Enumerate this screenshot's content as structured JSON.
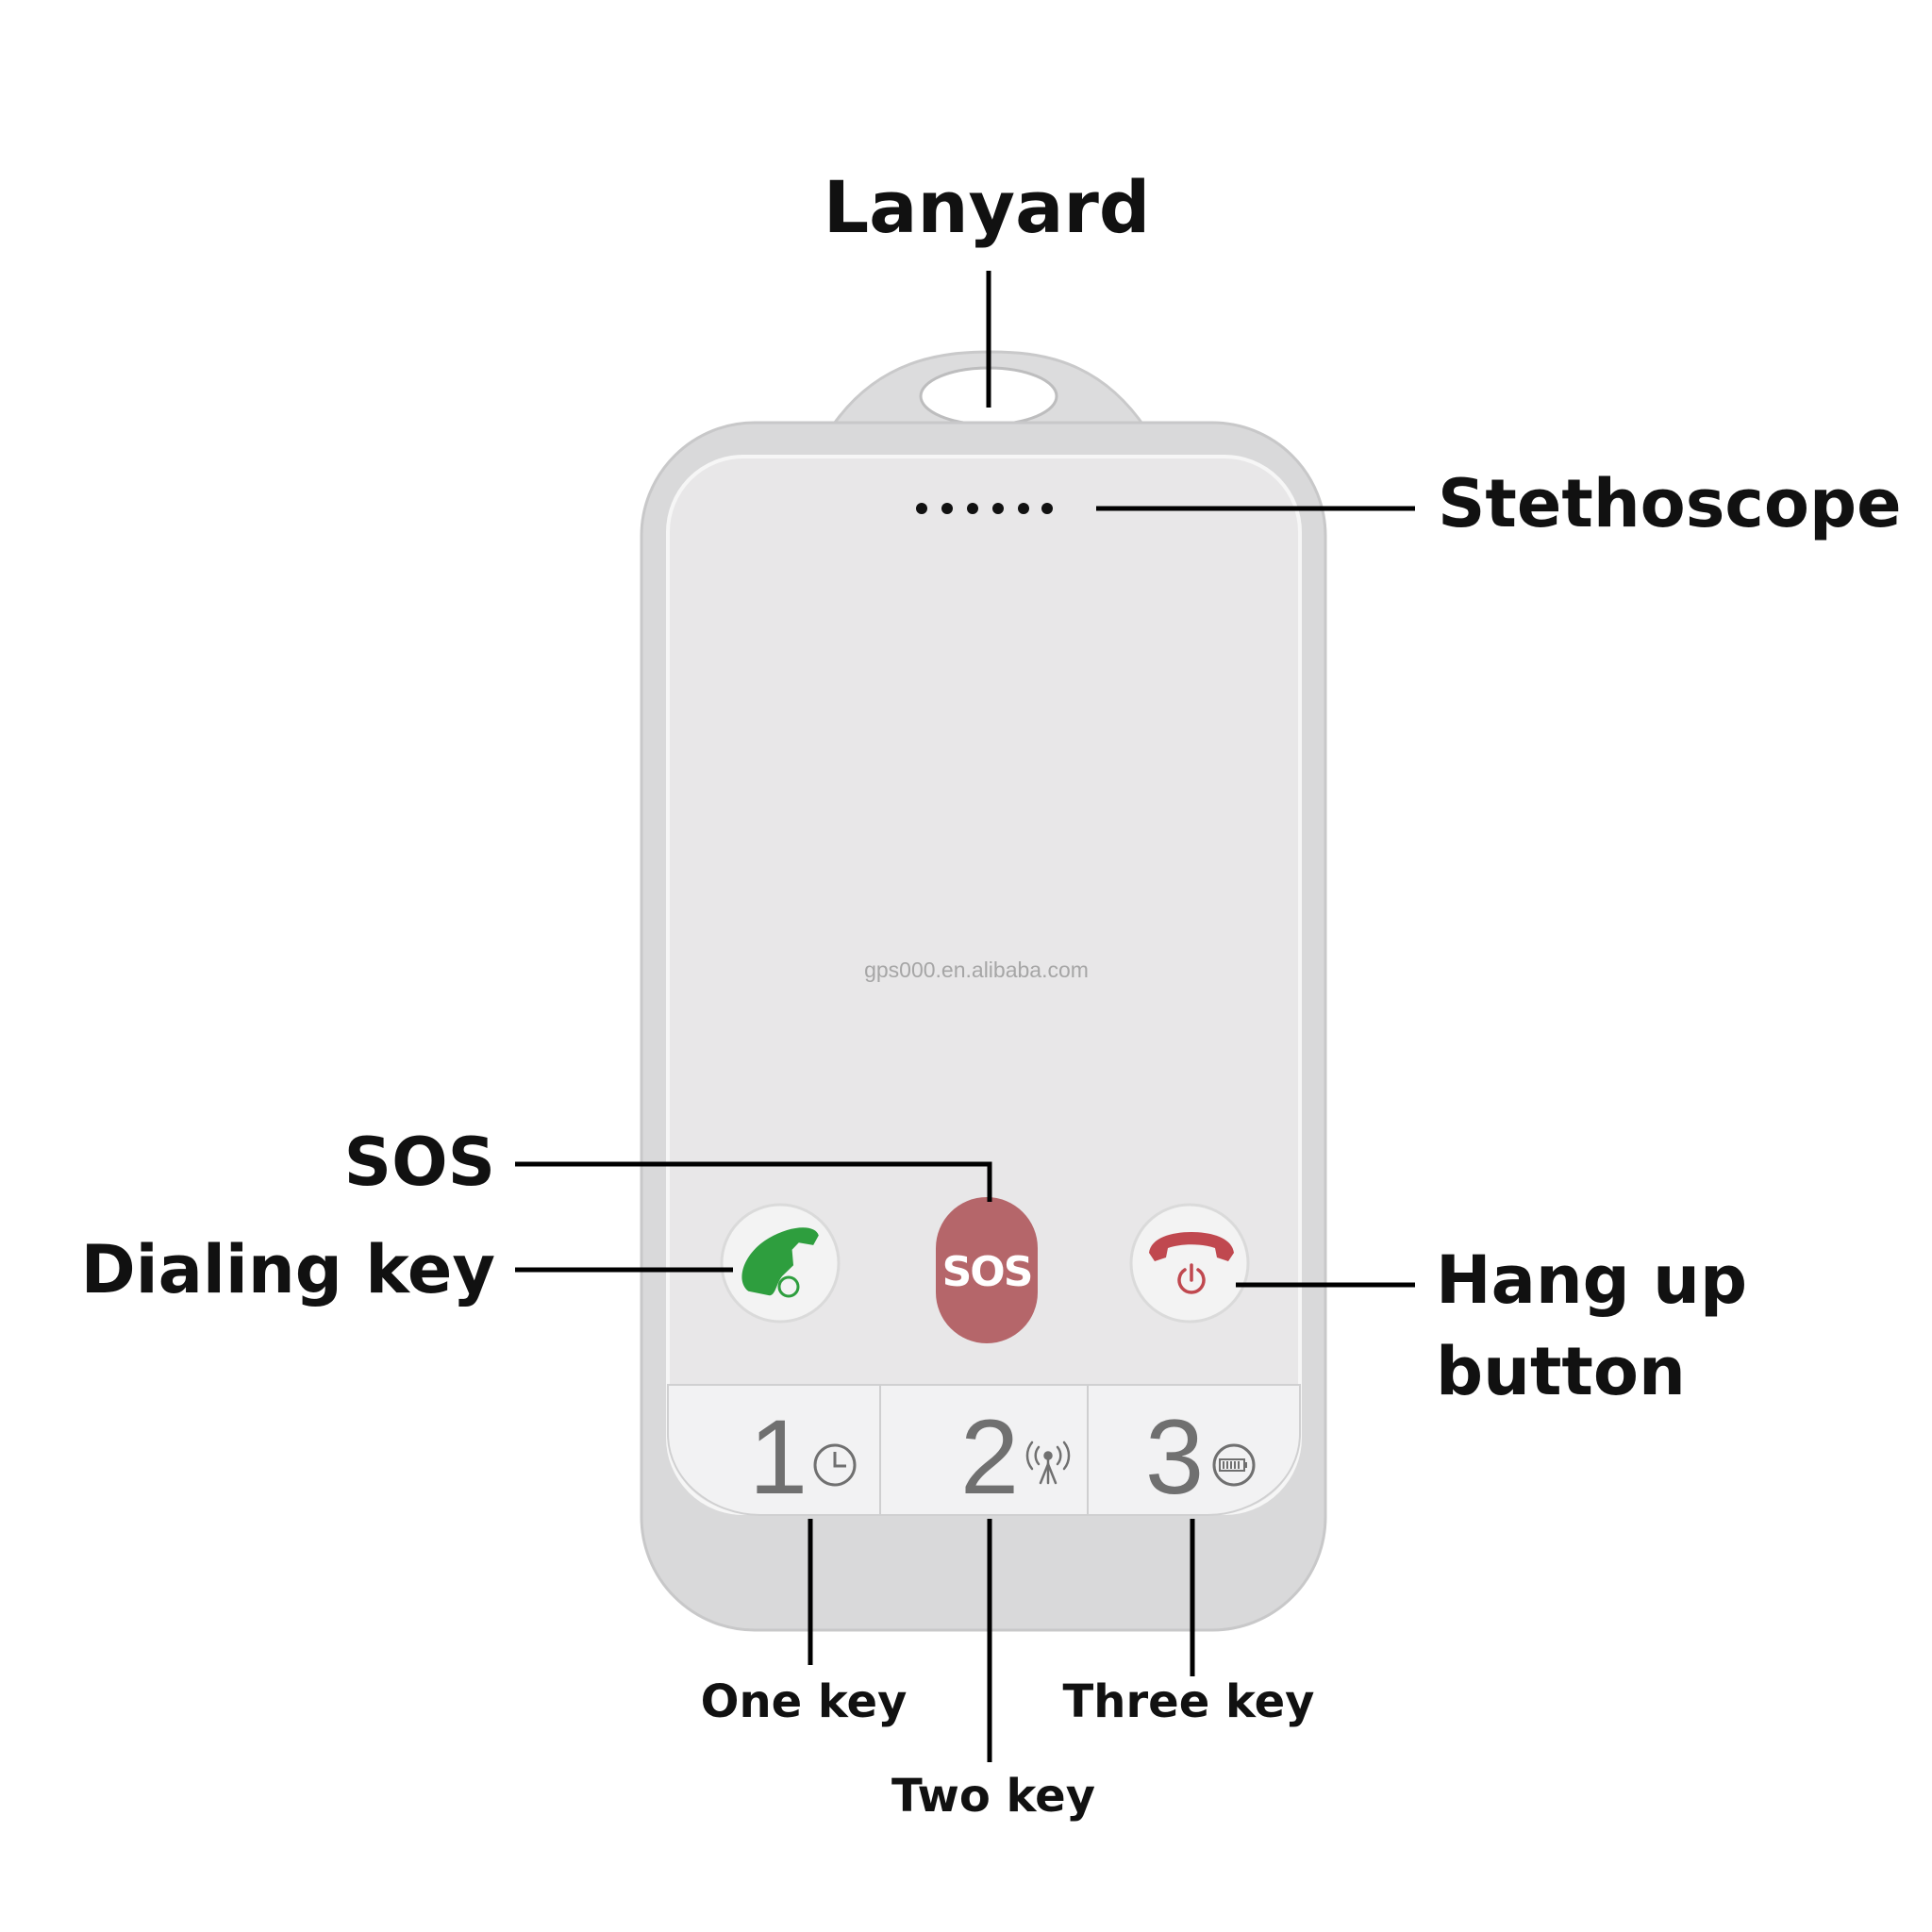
{
  "labels": {
    "lanyard": "Lanyard",
    "stethoscope": "Stethoscope",
    "sos": "SOS",
    "dialing_key": "Dialing key",
    "hang_up_line1": "Hang up",
    "hang_up_line2": "button",
    "one_key": "One key",
    "two_key": "Two key",
    "three_key": "Three key"
  },
  "device": {
    "watermark": "gps000.en.alibaba.com",
    "sos_button_text": "SOS",
    "keys": [
      {
        "digit": "1",
        "icon": "clock-icon"
      },
      {
        "digit": "2",
        "icon": "signal-antenna-icon"
      },
      {
        "digit": "3",
        "icon": "battery-icon"
      }
    ]
  },
  "colors": {
    "sos_button": "#b5666a",
    "dial_green": "#2e9e3e",
    "hangup_red": "#c0484f",
    "body_light": "#e8e7e8",
    "frame": "#d9d9da",
    "key_strip": "#f2f2f3"
  }
}
